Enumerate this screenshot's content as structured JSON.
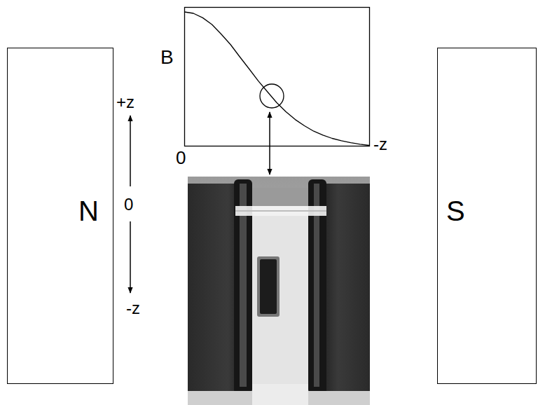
{
  "diagram": {
    "nodes": [
      {
        "text": [
          "N"
        ]
      },
      {
        "text": [
          "S"
        ]
      }
    ],
    "labels": [
      "B",
      "+z",
      "0",
      "-z",
      "0",
      "-z"
    ]
  }
}
